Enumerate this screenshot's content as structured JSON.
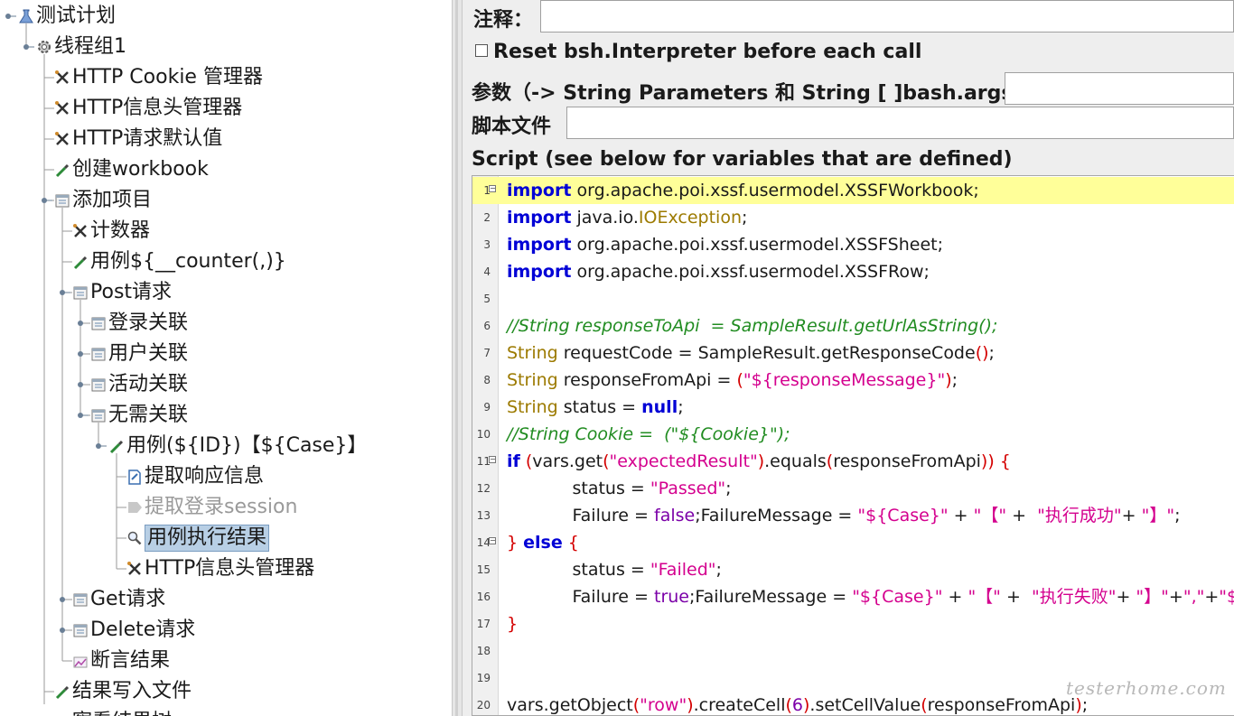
{
  "tree": {
    "nodes": [
      {
        "label": "测试计划",
        "icon": "flask-icon"
      },
      {
        "label": "线程组1",
        "icon": "gear-icon"
      },
      {
        "label": "HTTP Cookie 管理器",
        "icon": "tools-icon"
      },
      {
        "label": "HTTP信息头管理器",
        "icon": "tools-icon"
      },
      {
        "label": "HTTP请求默认值",
        "icon": "tools-icon"
      },
      {
        "label": "创建workbook",
        "icon": "pipette-icon"
      },
      {
        "label": "添加项目",
        "icon": "controller-icon"
      },
      {
        "label": "计数器",
        "icon": "tools-icon"
      },
      {
        "label": "用例${__counter(,)}",
        "icon": "pipette-icon"
      },
      {
        "label": "Post请求",
        "icon": "controller-icon"
      },
      {
        "label": "登录关联",
        "icon": "controller-icon"
      },
      {
        "label": "用户关联",
        "icon": "controller-icon"
      },
      {
        "label": "活动关联",
        "icon": "controller-icon"
      },
      {
        "label": "无需关联",
        "icon": "controller-icon"
      },
      {
        "label": "用例(${ID})【${Case}】",
        "icon": "pipette-icon"
      },
      {
        "label": "提取响应信息",
        "icon": "extractor-icon"
      },
      {
        "label": "提取登录session",
        "icon": "extractor-disabled-icon"
      },
      {
        "label": "用例执行结果",
        "icon": "magnifier-icon"
      },
      {
        "label": "HTTP信息头管理器",
        "icon": "tools-icon"
      },
      {
        "label": "Get请求",
        "icon": "controller-icon"
      },
      {
        "label": "Delete请求",
        "icon": "controller-icon"
      },
      {
        "label": "断言结果",
        "icon": "chart-icon"
      },
      {
        "label": "结果写入文件",
        "icon": "pipette-icon"
      },
      {
        "label": "察看结果树",
        "icon": "chart-icon"
      }
    ]
  },
  "panel": {
    "comment_label": "注释：",
    "comment_value": "",
    "reset_label": "Reset bsh.Interpreter before each call",
    "reset_checked": false,
    "params_label": "参数（-> String Parameters 和 String [ ]bash.args）",
    "params_value": "",
    "script_file_label": "脚本文件",
    "script_file_value": "",
    "script_label": "Script (see below for variables that are defined)"
  },
  "editor": {
    "line_numbers": [
      "1",
      "2",
      "3",
      "4",
      "5",
      "6",
      "7",
      "8",
      "9",
      "10",
      "11",
      "12",
      "13",
      "14",
      "15",
      "16",
      "17",
      "18",
      "19",
      "20"
    ],
    "tokens": {
      "import": "import",
      "l1": " org.apache.poi.xssf.usermodel.XSSFWorkbook;",
      "l2a": " java.io.",
      "l2b": "IOException",
      "l2c": ";",
      "l3": " org.apache.poi.xssf.usermodel.XSSFSheet;",
      "l4": " org.apache.poi.xssf.usermodel.XSSFRow;",
      "l6": "//String responseToApi  = SampleResult.getUrlAsString();",
      "string": "String",
      "l7a": " requestCode = SampleResult.getResponseCode",
      "l7b": "()",
      "l7c": ";",
      "l8a": " responseFromApi = ",
      "l8b": "(",
      "l8c": "\"${responseMessage}\"",
      "l8d": ")",
      "l8e": ";",
      "l9a": " status = ",
      "null": "null",
      "l9c": ";",
      "l10": "//String Cookie =  (\"${Cookie}\");",
      "if": "if",
      "l11a": " ",
      "l11b": "(",
      "l11c": "vars.get",
      "l11d": "(",
      "l11e": "\"expectedResult\"",
      "l11f": ")",
      "l11g": ".equals",
      "l11h": "(",
      "l11i": "responseFromApi",
      "l11j": "))",
      "l11k": " {",
      "indent": "            ",
      "l12a": "status = ",
      "l12b": "\"Passed\"",
      "l12c": ";",
      "l13a": "Failure = ",
      "false": "false",
      "l13c": ";FailureMessage = ",
      "l13d": "\"${Case}\"",
      "l13e": " + ",
      "l13f": "\"【\"",
      "l13g": " +  ",
      "l13h": "\"执行成功\"",
      "l13i": "+ ",
      "l13j": "\"】\"",
      "l13k": ";",
      "l14a": "}",
      "else": "else",
      "l14c": " {",
      "l15b": "\"Failed\"",
      "true": "true",
      "l16h": "\"执行失败\"",
      "l16j": "\"】\"",
      "l16k": "+",
      "l16l": "\",\"",
      "l16m": "+",
      "l16n": "\"${res",
      "l17": "}",
      "l20a": "vars.getObject",
      "l20b": "(",
      "l20c": "\"row\"",
      "l20d": ")",
      "l20e": ".createCell",
      "l20f": "(",
      "l20g": "6",
      "l20h": ")",
      "l20i": ".setCellValue",
      "l20j": "(",
      "l20k": "responseFromApi",
      "l20l": ")",
      "l20m": ";"
    }
  },
  "watermark": "testerhome.com",
  "colors": {
    "keyword": "#0000d6",
    "type": "#9c7a00",
    "string": "#d4008e",
    "comment": "#218c21",
    "brace": "#d40000",
    "number": "#7b00a8",
    "highlight_line": "#ffff99",
    "selection": "#b8cfe5"
  }
}
